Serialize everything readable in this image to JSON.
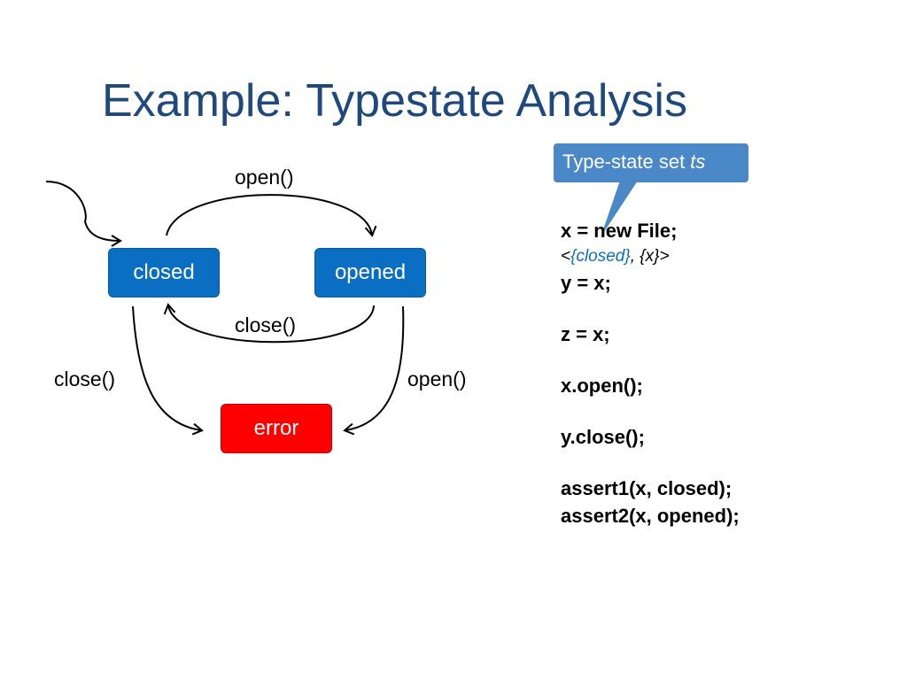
{
  "slide": {
    "title": "Example: Typestate Analysis"
  },
  "diagram": {
    "states": {
      "closed": "closed",
      "opened": "opened",
      "error": "error"
    },
    "edges": {
      "top_open": "open()",
      "middle_close": "close()",
      "left_close": "close()",
      "right_open": "open()"
    }
  },
  "callout": {
    "text": "Type-state set ",
    "italic": "ts"
  },
  "code": {
    "line1": "x = new File;",
    "typeset_open": "<",
    "typeset_closed": "{closed}",
    "typeset_sep": ", ",
    "typeset_x": "{x}",
    "typeset_close": ">",
    "line2": "y = x;",
    "line3": "z = x;",
    "line4": "x.open();",
    "line5": "y.close();",
    "line6": "assert1(x, closed);",
    "line7": "assert2(x, opened);"
  },
  "colors": {
    "title": "#1f497d",
    "state_blue": "#0a6fc2",
    "state_error": "#ff0000",
    "callout": "#4a88c7"
  }
}
